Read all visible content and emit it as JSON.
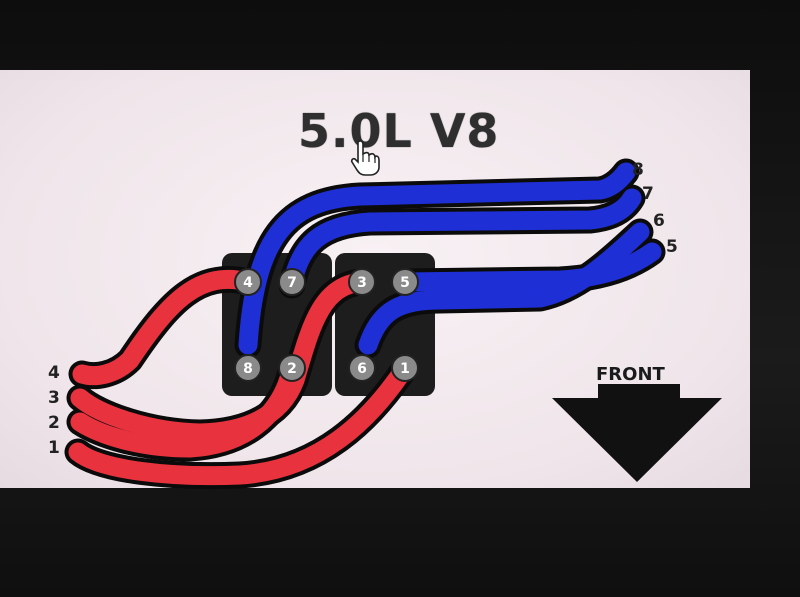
{
  "title": "5.0L V8",
  "front_label": "FRONT",
  "left_wire_numbers": [
    "4",
    "3",
    "2",
    "1"
  ],
  "right_wire_numbers": [
    "8",
    "7",
    "6",
    "5"
  ],
  "coil_pack_left": {
    "top": [
      "4",
      "7"
    ],
    "bottom": [
      "8",
      "2"
    ]
  },
  "coil_pack_right": {
    "top": [
      "3",
      "5"
    ],
    "bottom": [
      "6",
      "1"
    ]
  },
  "colors": {
    "red_wire": "#e8333e",
    "blue_wire": "#1f2fd6",
    "wire_outline": "#0b0b0b",
    "coil_pack": "#1d1d1d",
    "plug_circle": "#8a8a8a",
    "arrow": "#111111"
  },
  "icons": [
    "hand-pointer-icon",
    "down-arrow-icon"
  ]
}
